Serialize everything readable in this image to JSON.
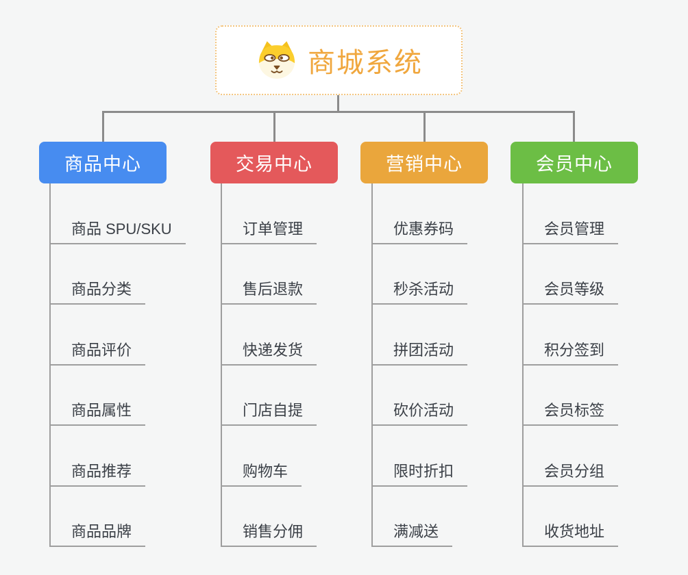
{
  "root": {
    "title": "商城系统",
    "icon": "dog-face-icon"
  },
  "branches": [
    {
      "label": "商品中心",
      "color": "#478cf0",
      "items": [
        "商品 SPU/SKU",
        "商品分类",
        "商品评价",
        "商品属性",
        "商品推荐",
        "商品品牌"
      ]
    },
    {
      "label": "交易中心",
      "color": "#e4595b",
      "items": [
        "订单管理",
        "售后退款",
        "快递发货",
        "门店自提",
        "购物车",
        "销售分佣"
      ]
    },
    {
      "label": "营销中心",
      "color": "#eaa63c",
      "items": [
        "优惠券码",
        "秒杀活动",
        "拼团活动",
        "砍价活动",
        "限时折扣",
        "满减送"
      ]
    },
    {
      "label": "会员中心",
      "color": "#6cbe45",
      "items": [
        "会员管理",
        "会员等级",
        "积分签到",
        "会员标签",
        "会员分组",
        "收货地址"
      ]
    }
  ],
  "colors": {
    "background": "#f5f6f6",
    "connector": "#8b8b8b",
    "underline": "#9e9e9e",
    "item_text": "#3b4047",
    "root_text": "#f0a73e",
    "root_border": "#f3c47d"
  }
}
